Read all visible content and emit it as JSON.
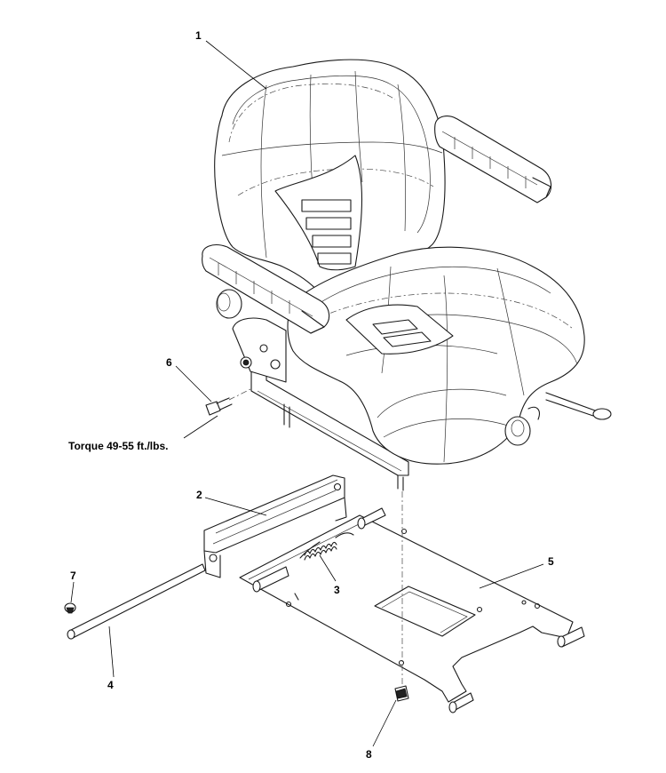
{
  "callouts": [
    {
      "id": "1",
      "label": "1"
    },
    {
      "id": "2",
      "label": "2"
    },
    {
      "id": "3",
      "label": "3"
    },
    {
      "id": "4",
      "label": "4"
    },
    {
      "id": "5",
      "label": "5"
    },
    {
      "id": "6",
      "label": "6"
    },
    {
      "id": "7",
      "label": "7"
    },
    {
      "id": "8",
      "label": "8"
    }
  ],
  "notes": {
    "torque": "Torque 49-55 ft./lbs."
  }
}
